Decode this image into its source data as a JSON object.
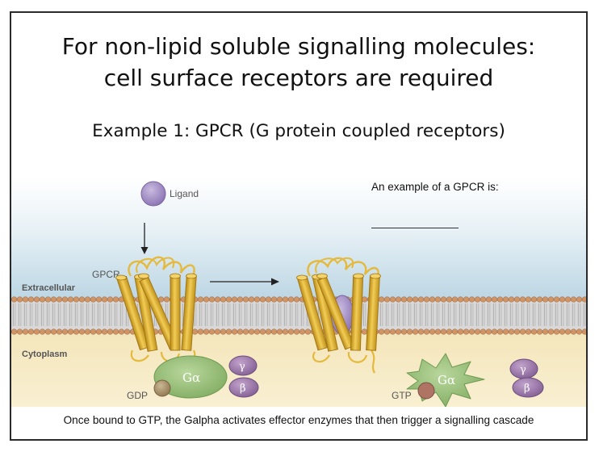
{
  "slide": {
    "title_line1": "For non-lipid soluble signalling molecules:",
    "title_line2": "cell surface receptors are required",
    "subtitle": "Example 1: GPCR (G protein coupled receptors)",
    "note": "An example of a GPCR is:",
    "caption": "Once bound to GTP, the Galpha activates effector enzymes that then trigger a signalling cascade"
  },
  "diagram": {
    "labels": {
      "ligand": "Ligand",
      "gpcr": "GPCR",
      "extracellular": "Extracellular",
      "cytoplasm": "Cytoplasm",
      "gdp": "GDP",
      "gtp": "GTP",
      "g_alpha_left": "Gα",
      "g_alpha_right": "Gα",
      "gamma_left": "γ",
      "beta_left": "β",
      "gamma_right": "γ",
      "beta_right": "β"
    },
    "colors": {
      "extracellular_top": "#ffffff",
      "extracellular_bottom": "#bcd6e4",
      "cytoplasm": "#f6ecc7",
      "lipid_head": "#cf9566",
      "receptor": "#e5b93b",
      "ligand": "#9c86c0",
      "g_alpha": "#9cc27e",
      "beta_gamma": "#9a73a8",
      "nucleotide": "#9a8360"
    }
  }
}
